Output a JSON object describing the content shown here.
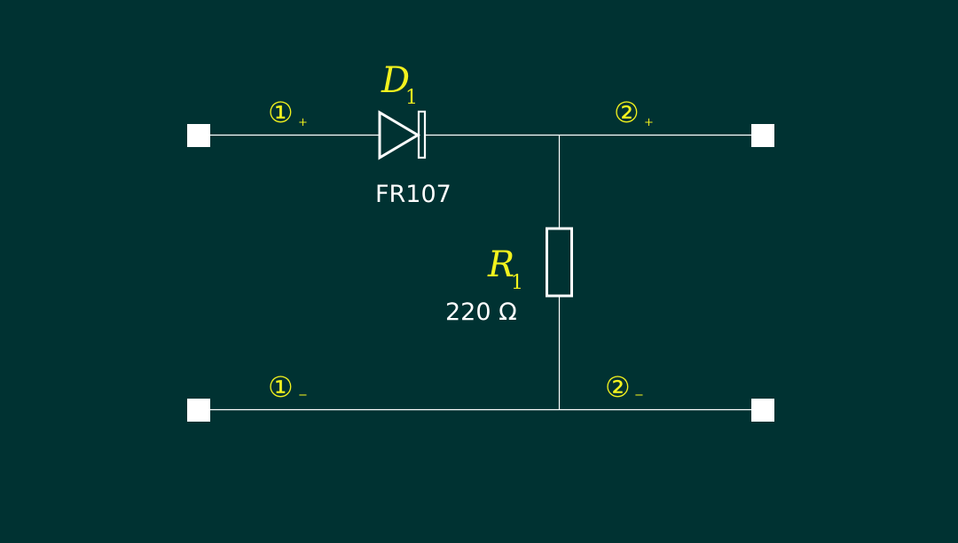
{
  "colors": {
    "background": "#003232",
    "wire": "#ffffff",
    "label": "#f2f21e",
    "value_text": "#ffffff"
  },
  "diode": {
    "designator": "D",
    "subscript": "1",
    "part": "FR107"
  },
  "resistor": {
    "designator": "R",
    "subscript": "1",
    "value": "220 Ω"
  },
  "ports": {
    "p1_plus": {
      "symbol": "①",
      "sign": "+"
    },
    "p1_minus": {
      "symbol": "①",
      "sign": "−"
    },
    "p2_plus": {
      "symbol": "②",
      "sign": "+"
    },
    "p2_minus": {
      "symbol": "②",
      "sign": "−"
    }
  }
}
